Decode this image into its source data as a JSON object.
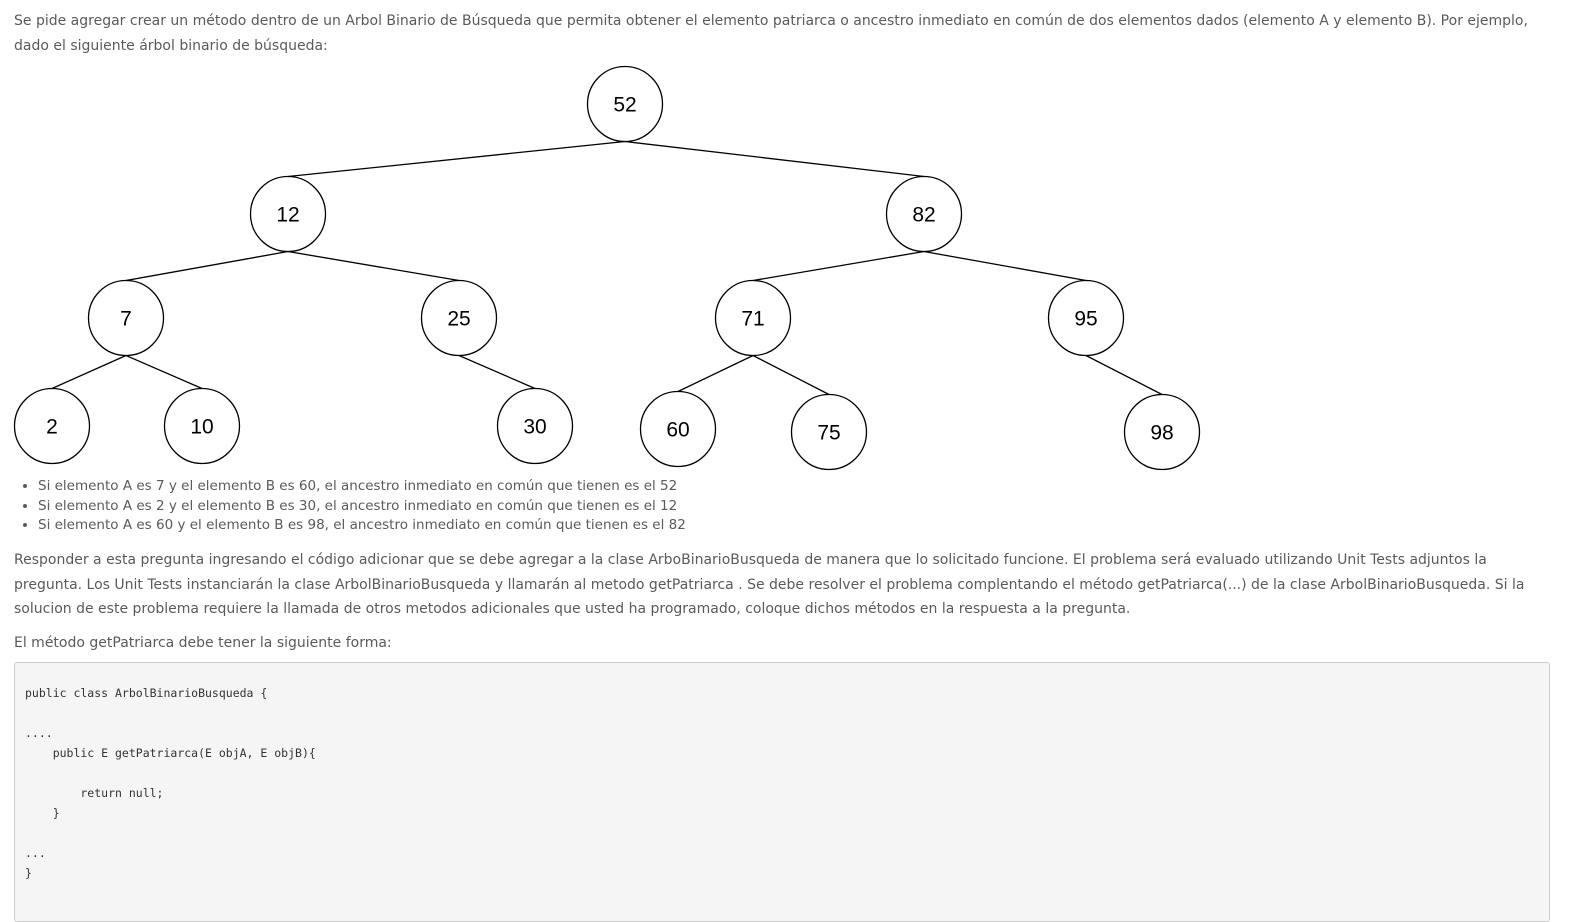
{
  "intro": "Se pide agregar crear un método dentro de un Arbol Binario de Búsqueda que permita obtener el elemento patriarca o ancestro inmediato en común de dos elementos dados (elemento A y elemento B). Por ejemplo, dado el siguiente árbol binario de búsqueda:",
  "tree": {
    "nodes": [
      "52",
      "12",
      "82",
      "7",
      "25",
      "71",
      "95",
      "2",
      "10",
      "30",
      "60",
      "75",
      "98"
    ],
    "edges": [
      [
        "52",
        "12"
      ],
      [
        "52",
        "82"
      ],
      [
        "12",
        "7"
      ],
      [
        "12",
        "25"
      ],
      [
        "82",
        "71"
      ],
      [
        "82",
        "95"
      ],
      [
        "7",
        "2"
      ],
      [
        "7",
        "10"
      ],
      [
        "25",
        "30"
      ],
      [
        "71",
        "60"
      ],
      [
        "71",
        "75"
      ],
      [
        "95",
        "98"
      ]
    ]
  },
  "examples": [
    "Si elemento A es 7 y el elemento B es 60, el ancestro inmediato en común que tienen es el 52",
    "Si elemento A es 2 y el elemento B es 30, el ancestro inmediato en común que tienen es el 12",
    "Si elemento A es 60 y el elemento B es 98, el ancestro inmediato en común que tienen es el 82"
  ],
  "instructions": "Responder a esta pregunta ingresando el código adicionar que se debe agregar a la clase ArboBinarioBusqueda de manera que lo solicitado funcione. El problema será evaluado utilizando Unit Tests adjuntos la pregunta. Los Unit Tests instanciarán la clase ArbolBinarioBusqueda y llamarán al metodo getPatriarca . Se debe resolver el problema complentando el método getPatriarca(...) de la clase ArbolBinarioBusqueda. Si la solucion de este problema requiere la llamada de otros metodos adicionales que usted ha programado, coloque dichos métodos en la respuesta a la pregunta.",
  "method_form": "El método getPatriarca debe tener la siguiente forma:",
  "code": "public class ArbolBinarioBusqueda {\n\n....\n    public E getPatriarca(E objA, E objB){\n\n        return null;\n    }\n\n...\n}"
}
